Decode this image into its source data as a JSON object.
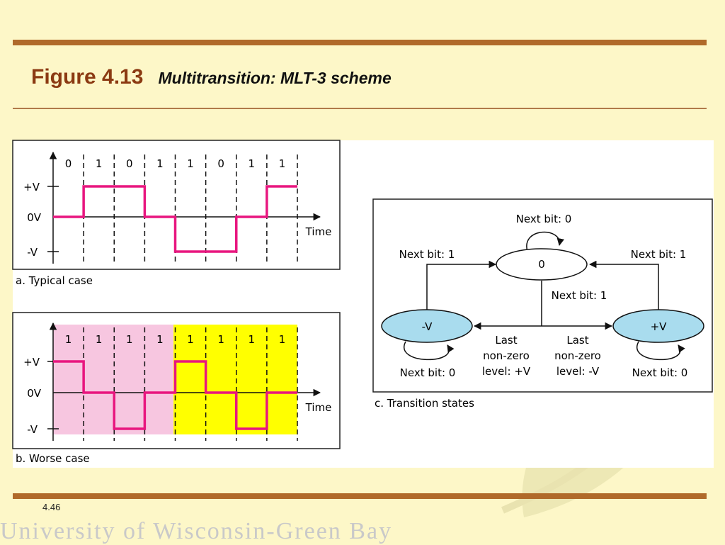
{
  "slide": {
    "figure_number": "Figure 4.13",
    "caption": "Multitransition: MLT-3 scheme",
    "page_number": "4.46",
    "footer": "University of Wisconsin-Green Bay"
  },
  "colors": {
    "signal": "#e8167f",
    "worse_left_bg": "#f7c6e0",
    "worse_right_bg": "#ffff00",
    "state_fill": "#a9dcee",
    "accent_rule": "#b06a2a"
  },
  "levels": {
    "pos": "+V",
    "zero": "0V",
    "neg": "-V"
  },
  "time_label": "Time",
  "panel_a": {
    "label": "a. Typical case",
    "bits": [
      "0",
      "1",
      "0",
      "1",
      "1",
      "0",
      "1",
      "1"
    ],
    "signal_levels": [
      0,
      1,
      1,
      0,
      -1,
      -1,
      0,
      1
    ]
  },
  "panel_b": {
    "label": "b. Worse case",
    "bits": [
      "1",
      "1",
      "1",
      "1",
      "1",
      "1",
      "1",
      "1"
    ],
    "signal_levels": [
      1,
      0,
      -1,
      0,
      1,
      0,
      -1,
      0
    ]
  },
  "panel_c": {
    "label": "c. Transition states",
    "state_zero": "0",
    "state_neg": "-V",
    "state_pos": "+V",
    "self_zero": "Next bit: 0",
    "left_to_zero": "Next bit: 1",
    "right_to_zero": "Next bit: 1",
    "zero_down": "Next bit: 1",
    "self_neg": "Next bit: 0",
    "self_pos": "Next bit: 0",
    "last_pos": [
      "Last",
      "non-zero",
      "level: +V"
    ],
    "last_neg": [
      "Last",
      "non-zero",
      "level: -V"
    ]
  }
}
